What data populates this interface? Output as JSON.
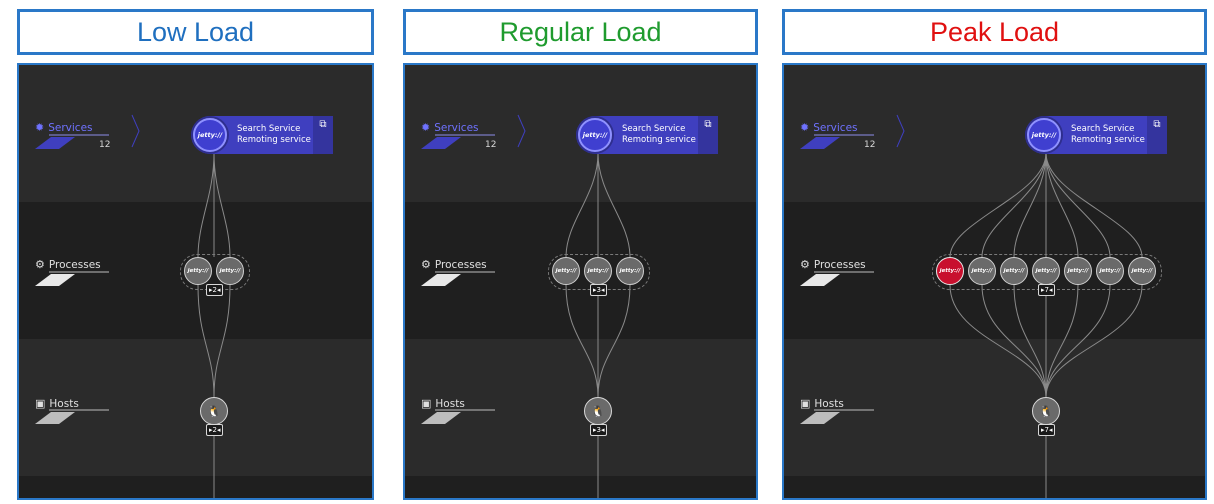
{
  "panels": [
    {
      "title": "Low Load",
      "title_color": "#1f6fbf",
      "layers": {
        "services": "Services",
        "services_count": "12",
        "processes": "Processes",
        "hosts": "Hosts"
      },
      "service": {
        "name": "Search Service",
        "subtitle": "Remoting service"
      },
      "process_count": "2",
      "host_count": "2",
      "process_alerts": [
        false,
        false
      ]
    },
    {
      "title": "Regular Load",
      "title_color": "#1f9b2e",
      "layers": {
        "services": "Services",
        "services_count": "12",
        "processes": "Processes",
        "hosts": "Hosts"
      },
      "service": {
        "name": "Search Service",
        "subtitle": "Remoting service"
      },
      "process_count": "3",
      "host_count": "3",
      "process_alerts": [
        false,
        false,
        false
      ]
    },
    {
      "title": "Peak Load",
      "title_color": "#e01010",
      "layers": {
        "services": "Services",
        "services_count": "12",
        "processes": "Processes",
        "hosts": "Hosts"
      },
      "service": {
        "name": "Search Service",
        "subtitle": "Remoting service"
      },
      "process_count": "7",
      "host_count": "7",
      "process_alerts": [
        true,
        false,
        false,
        false,
        false,
        false,
        false
      ]
    }
  ],
  "icons": {
    "services": "gear-icon",
    "processes": "process-icon",
    "hosts": "host-icon",
    "service_logo": "jetty-logo-icon",
    "external": "external-link-icon",
    "host_os": "linux-icon",
    "chevron": "chevron-right-icon"
  },
  "logo_text": "jetty://",
  "colors": {
    "accent": "#3f3fbf",
    "alert": "#c8102e",
    "frame": "#2a78c8"
  }
}
